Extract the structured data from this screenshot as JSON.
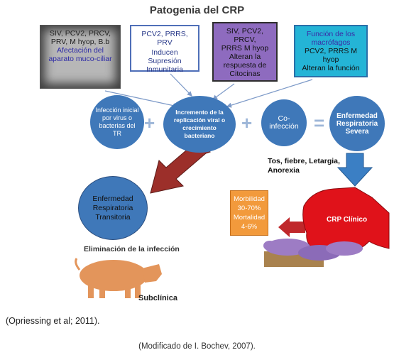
{
  "title": "Patogenia del CRP",
  "boxes": {
    "box1": {
      "line1": "SIV, PCV2, PRCV,",
      "line2": "PRV, M hyop, B.b",
      "highlight": "Afectación del aparato muco-ciliar"
    },
    "box2": {
      "line1": "PCV2, PRRS, PRV",
      "highlight": "Inducen Supresión Inmunitaria"
    },
    "box3": {
      "line1": "SIV, PCV2, PRCV,",
      "line2": "PRRS M hyop",
      "line3": "Alteran la respuesta de Citocinas"
    },
    "box4": {
      "highlight": "Función de los macrófagos",
      "line2": "PCV2, PRRS M hyop",
      "line3": "Alteran la función"
    }
  },
  "circles": {
    "infection": "Infección inicial por virus o bacterias del TR",
    "increment": "Incremento de la replicación viral o crecimiento bacteriano",
    "coinfection": "Co-infección",
    "severe": "Enfermedad Respiratoria Severa",
    "transient": "Enfermedad Respiratoria Transitoria"
  },
  "operators": {
    "plus1": "+",
    "plus2": "+",
    "equals": "="
  },
  "symptoms": "Tos, fiebre, Letargia, Anorexia",
  "morbidity": {
    "line1": "Morbilidad",
    "line2": "30-70%",
    "line3": "Mortalidad",
    "line4": "4-6%"
  },
  "crp_clinical": "CRP Clínico",
  "elimination": "Eliminación de la infección",
  "subclinical": "Subclínica",
  "citation1": "(Opriessing et al; 2011).",
  "citation2": "(Modificado de I. Bochev, 2007).",
  "colors": {
    "circle": "#3f78b9",
    "big_arrow_red": "#9c2f2a",
    "down_arrow": "#3b7fc4",
    "morbidity": "#f29a3c",
    "crp": "#e0121a",
    "pig": "#e3955b"
  }
}
